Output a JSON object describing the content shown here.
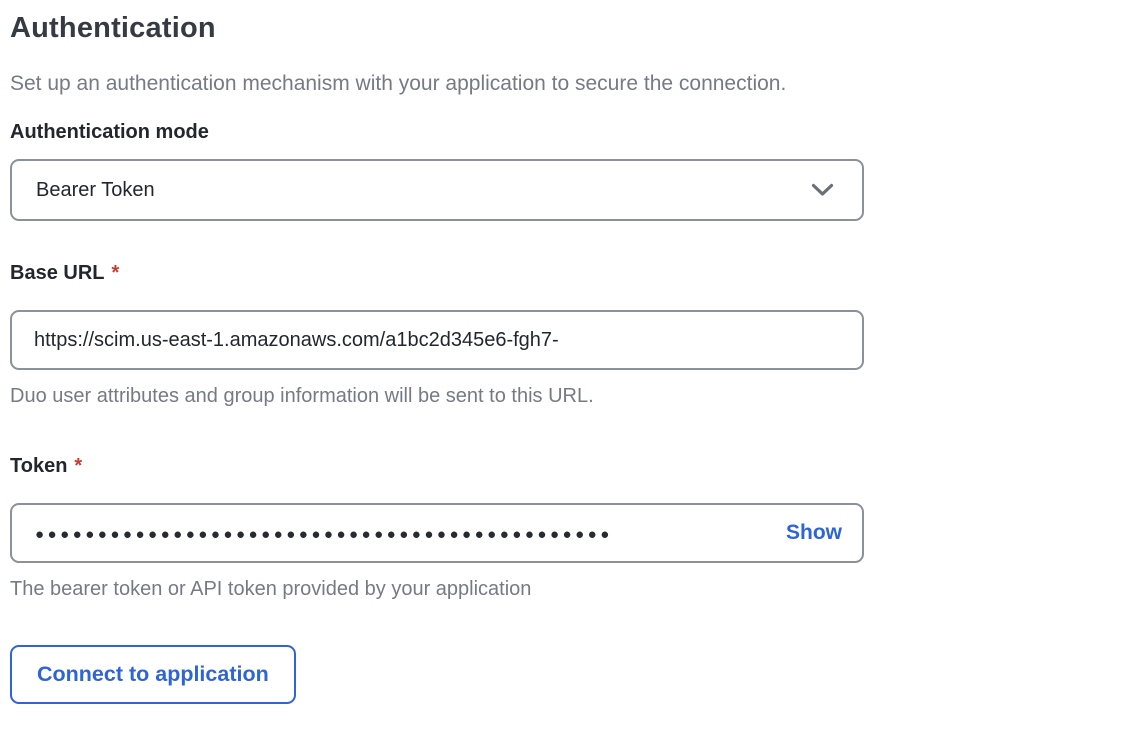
{
  "page": {
    "title": "Authentication",
    "subtitle": "Set up an authentication mechanism with your application to secure the connection."
  },
  "form": {
    "auth_mode": {
      "label": "Authentication mode",
      "selected_option": "Bearer Token"
    },
    "base_url": {
      "label": "Base URL",
      "required_marker": "*",
      "value": "https://scim.us-east-1.amazonaws.com/a1bc2d345e6-fgh7-",
      "helper": "Duo user attributes and group information will be sent to this URL."
    },
    "token": {
      "label": "Token",
      "required_marker": "*",
      "masked_value": "●●●●●●●●●●●●●●●●●●●●●●●●●●●●●●●●●●●●●●●●●●●●●●",
      "show_label": "Show",
      "helper": "The bearer token or API token provided by your application"
    },
    "connect_button": {
      "label": "Connect to application"
    }
  },
  "icons": {
    "dropdown": "chevron-down-icon"
  },
  "colors": {
    "heading": "#353b43",
    "label": "#22272e",
    "muted_text": "#747b84",
    "input_border": "#8a9198",
    "accent_blue": "#2e64d9",
    "required_red": "#cb3a31"
  }
}
